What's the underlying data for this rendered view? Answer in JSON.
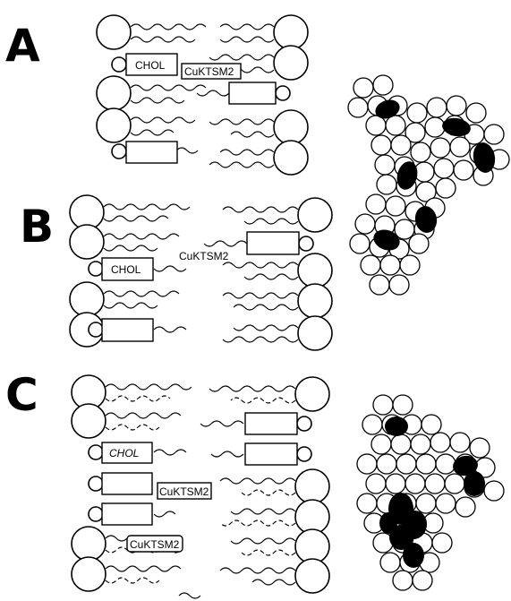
{
  "panels": [
    {
      "letter": "A",
      "chol": "CHOL",
      "cuktsm": "CuKTSM2"
    },
    {
      "letter": "B",
      "chol": "CHOL",
      "cuktsm": "CuKTSM2"
    },
    {
      "letter": "C",
      "chol": "CHOL",
      "cuktsm": "CuKTSM2",
      "cuktsm_second": "CuKTSM2"
    }
  ],
  "colors": {
    "line": "#000000",
    "fill_dark": "#000000",
    "background": "#ffffff"
  }
}
